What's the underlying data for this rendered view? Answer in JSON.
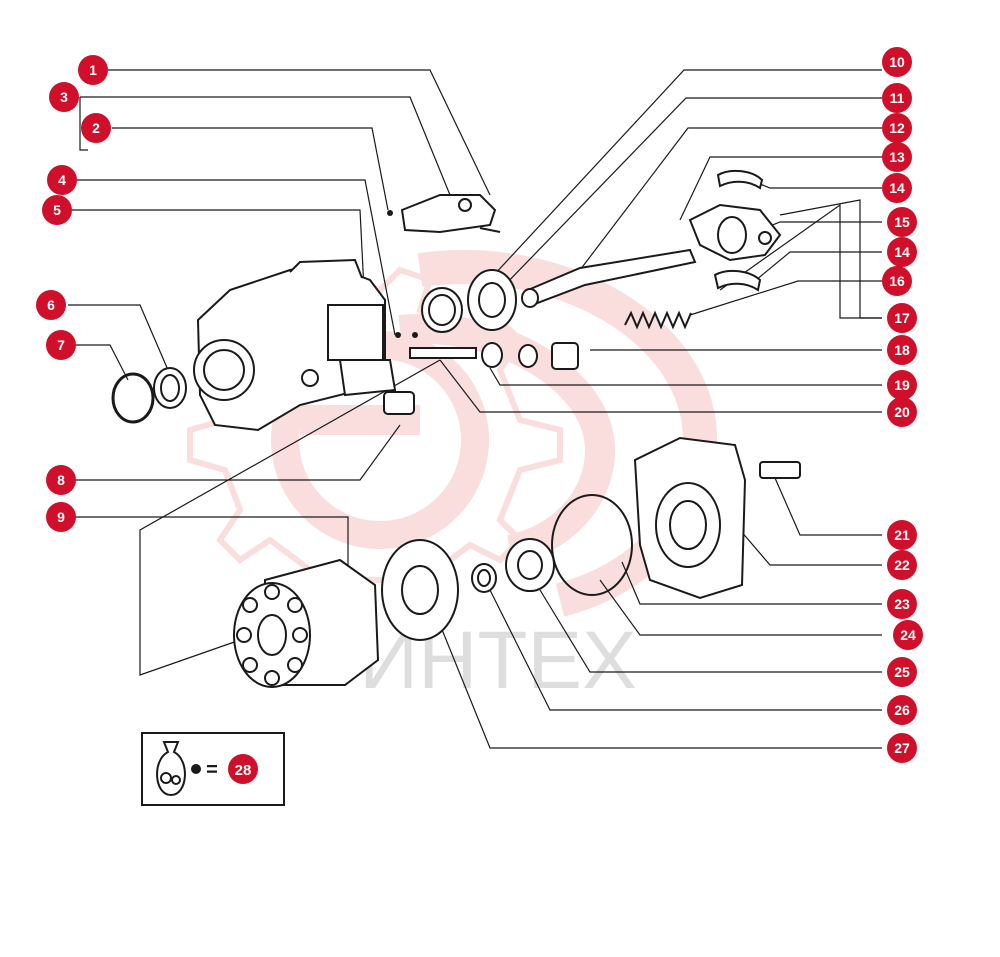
{
  "watermark": {
    "text": "ИНТЕХ",
    "color": "#f2b8b8"
  },
  "badge_color": "#d0102a",
  "callouts": [
    {
      "id": "c1",
      "label": "1"
    },
    {
      "id": "c2",
      "label": "2"
    },
    {
      "id": "c3",
      "label": "3"
    },
    {
      "id": "c4",
      "label": "4"
    },
    {
      "id": "c5",
      "label": "5"
    },
    {
      "id": "c6",
      "label": "6"
    },
    {
      "id": "c7",
      "label": "7"
    },
    {
      "id": "c8",
      "label": "8"
    },
    {
      "id": "c9",
      "label": "9"
    },
    {
      "id": "c10",
      "label": "10"
    },
    {
      "id": "c11",
      "label": "11"
    },
    {
      "id": "c12",
      "label": "12"
    },
    {
      "id": "c13",
      "label": "13"
    },
    {
      "id": "c14a",
      "label": "14"
    },
    {
      "id": "c15",
      "label": "15"
    },
    {
      "id": "c14b",
      "label": "14"
    },
    {
      "id": "c16",
      "label": "16"
    },
    {
      "id": "c17",
      "label": "17"
    },
    {
      "id": "c18",
      "label": "18"
    },
    {
      "id": "c19",
      "label": "19"
    },
    {
      "id": "c20",
      "label": "20"
    },
    {
      "id": "c21",
      "label": "21"
    },
    {
      "id": "c22",
      "label": "22"
    },
    {
      "id": "c23",
      "label": "23"
    },
    {
      "id": "c24",
      "label": "24"
    },
    {
      "id": "c25",
      "label": "25"
    },
    {
      "id": "c26",
      "label": "26"
    },
    {
      "id": "c27",
      "label": "27"
    }
  ],
  "legend": {
    "kit_icon": "parts-bag-icon",
    "equals": "=",
    "badge": "28"
  }
}
